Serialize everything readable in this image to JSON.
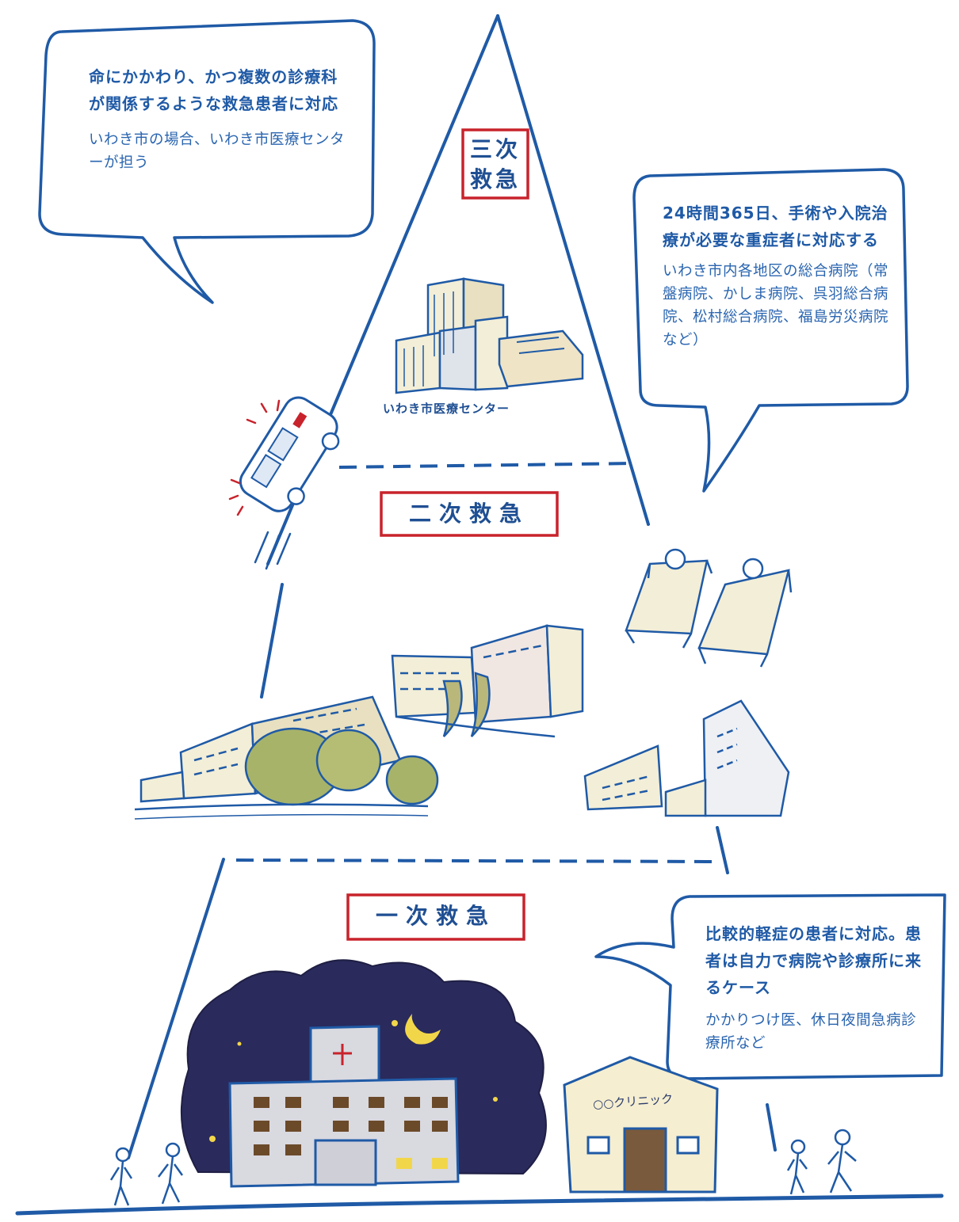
{
  "tiers": {
    "tertiary": {
      "label": "三次救急"
    },
    "secondary": {
      "label": "二次救急"
    },
    "primary": {
      "label": "一次救急"
    }
  },
  "bubbles": {
    "tertiary": {
      "lead": "命にかかわり、かつ複数の診療科が関係するような救急患者に対応",
      "sub": "いわき市の場合、いわき市医療センターが担う"
    },
    "secondary": {
      "lead": "24時間365日、手術や入院治療が必要な重症者に対応する",
      "sub": "いわき市内各地区の総合病院（常盤病院、かしま病院、呉羽総合病院、松村総合病院、福島労災病院など）"
    },
    "primary": {
      "lead": "比較的軽症の患者に対応。患者は自力で病院や診療所に来るケース",
      "sub": "かかりつけ医、休日夜間急病診療所など"
    }
  },
  "illustration_labels": {
    "medical_center": "いわき市医療センター",
    "clinic_sign": "○○クリニック"
  },
  "colors": {
    "line_blue": "#1f5aa6",
    "frame_red": "#c8232c",
    "night_sky": "#2a2a5c",
    "building_cream": "#f3eed7",
    "foliage": "#8a9a55"
  }
}
